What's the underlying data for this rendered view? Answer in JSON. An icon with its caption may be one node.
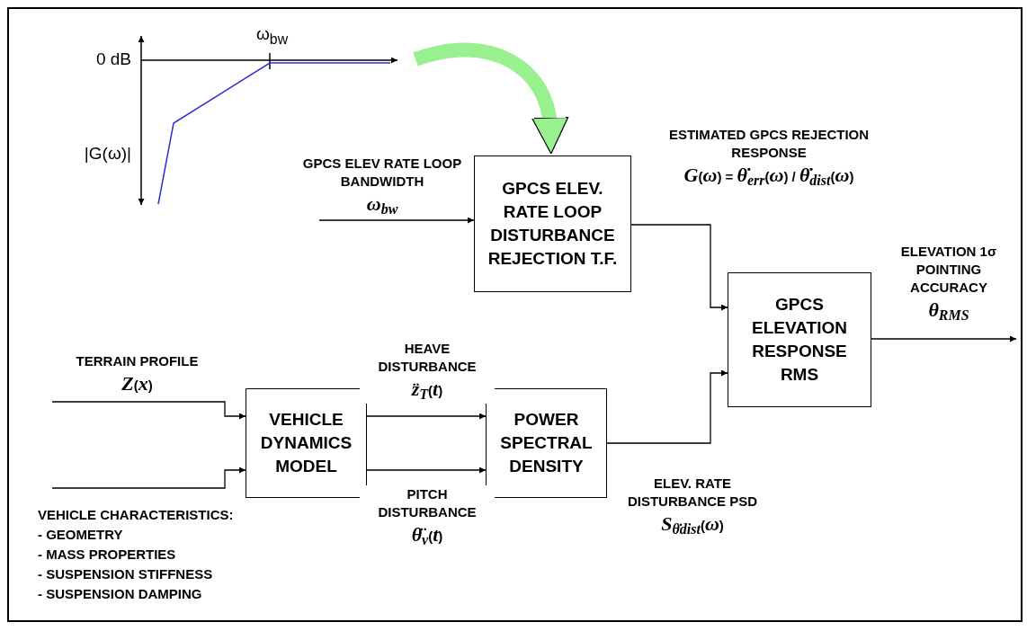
{
  "diagram": {
    "nodes": [
      {
        "text": [
          "0 dB",
          "ω$_{bw}$",
          "|G(ω)|"
        ]
      },
      {
        "text": [
          "GPCS ELEV. RATE LOOP DISTURBANCE REJECTION T.F."
        ]
      },
      {
        "text": [
          "GPCS ELEVATION RESPONSE RMS"
        ]
      },
      {
        "text": [
          "VEHICLE DYNAMICS MODEL"
        ]
      },
      {
        "text": [
          "POWER SPECTRAL DENSITY"
        ]
      }
    ],
    "edges": [
      {
        "from": 0,
        "to": 1,
        "arrow": "to",
        "style": "thick",
        "color": "#99f08f"
      },
      {
        "from": null,
        "to": 1,
        "arrow": "to",
        "label": "GPCS ELEV RATE LOOP BANDWIDTH *ω*$_{bw}$"
      },
      {
        "from": 1,
        "to": 2,
        "arrow": "to",
        "label": "ESTIMATED GPCS REJECTION RESPONSE *G*(*ω*) = *θ̇*$_{err}$(*ω*) / *θ̇*$_{dist}$(*ω*)"
      },
      {
        "from": null,
        "to": 3,
        "arrow": "to",
        "label": "TERRAIN PROFILE *Z*(*x*)"
      },
      {
        "from": null,
        "to": 3,
        "arrow": "to",
        "label": "VEHICLE CHARACTERISTICS:"
      },
      {
        "from": 3,
        "to": 4,
        "arrow": "to",
        "label": "HEAVE DISTURBANCE *z̈*$_{T}$(*t*)"
      },
      {
        "from": 3,
        "to": 4,
        "arrow": "to",
        "label": "PITCH DISTURBANCE *θ̈*$_{v}$(*t*)"
      },
      {
        "from": 4,
        "to": 2,
        "arrow": "to",
        "label": "ELEV. RATE DISTURBANCE PSD *S*$_{θ̇dist}$(*ω*)"
      },
      {
        "from": 2,
        "to": null,
        "arrow": "to",
        "label": "ELEVATION 1σ POINTING ACCURACY *θ*$_{RMS}$"
      }
    ],
    "labels": [
      "- GEOMETRY",
      "- MASS PROPERTIES",
      "- SUSPENSION STIFFNESS",
      "- SUSPENSION DAMPING"
    ]
  }
}
